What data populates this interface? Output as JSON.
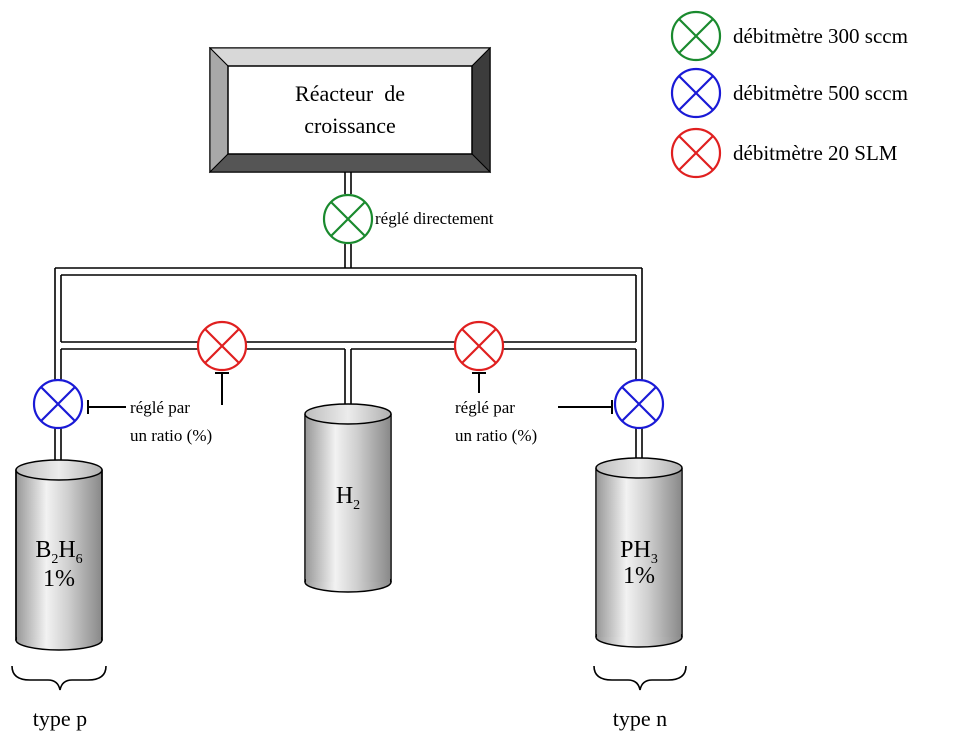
{
  "reactor": {
    "line1": "Réacteur  de",
    "line2": "croissance"
  },
  "legend": [
    {
      "label": "débitmètre 300 sccm",
      "color": "#1a8a2e"
    },
    {
      "label": "débitmètre 500 sccm",
      "color": "#1a1ad6"
    },
    {
      "label": "débitmètre 20 SLM",
      "color": "#e02020"
    }
  ],
  "annotations": {
    "direct": "réglé directement",
    "ratio_left_1": "réglé par",
    "ratio_left_2": "un ratio (%)",
    "ratio_right_1": "réglé par",
    "ratio_right_2": "un ratio (%)"
  },
  "cylinders": {
    "left": {
      "main": "B",
      "sub1": "2",
      "main2": "H",
      "sub2": "6",
      "pct": "1%"
    },
    "center": {
      "main": "H",
      "sub": "2"
    },
    "right": {
      "main": "PH",
      "sub": "3",
      "pct": "1%"
    }
  },
  "types": {
    "left": "type p",
    "right": "type n"
  }
}
